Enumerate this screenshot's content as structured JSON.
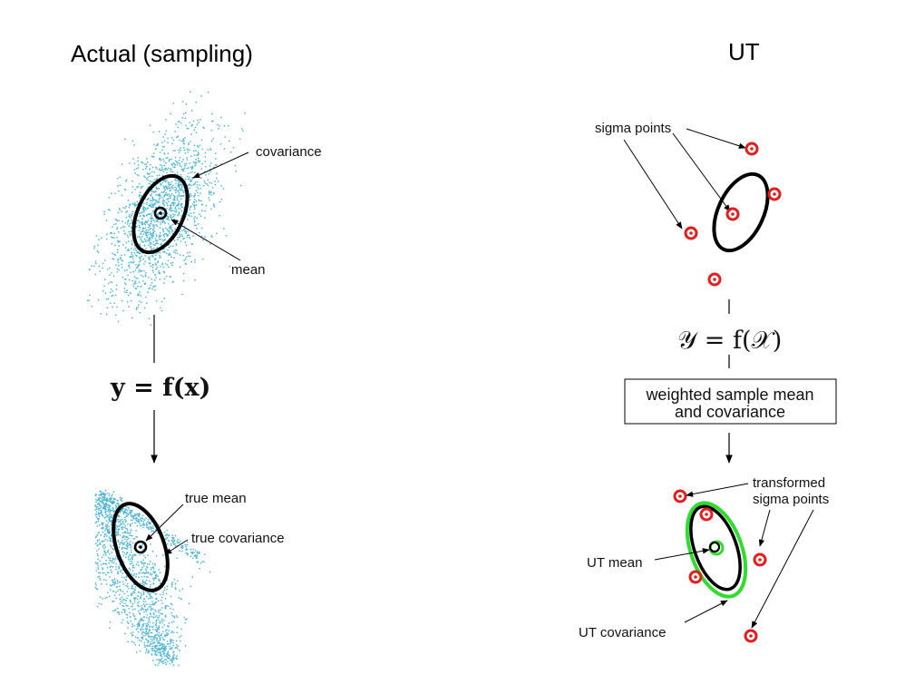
{
  "left": {
    "title": "Actual (sampling)",
    "labels": {
      "covariance": "covariance",
      "mean": "mean",
      "equation": "y = f(x)",
      "true_mean": "true mean",
      "true_covariance": "true covariance"
    }
  },
  "right": {
    "title": "UT",
    "labels": {
      "sigma_points": "sigma points",
      "equation": "𝒴 = f(𝒳)",
      "box_line1": "weighted sample mean",
      "box_line2": "and covariance",
      "transformed_line1": "transformed",
      "transformed_line2": "sigma points",
      "ut_mean": "UT mean",
      "ut_covariance": "UT covariance"
    }
  },
  "colors": {
    "samples": "#4fb6d4",
    "ellipse": "#000000",
    "sigma_point": "#e01f1f",
    "ut_covariance": "#2fdc2f",
    "arrow": "#000000"
  }
}
